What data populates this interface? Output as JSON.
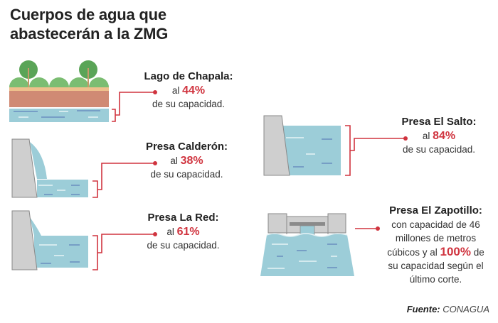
{
  "title": {
    "line1": "Cuerpos de agua que",
    "line2": "abastecerán a la ZMG"
  },
  "bodies": [
    {
      "name": "Lago de Chapala:",
      "prefix": "al",
      "percent": "44%",
      "suffix": "de su capacidad.",
      "fill_level": 0.44
    },
    {
      "name": "Presa Calderón:",
      "prefix": "al",
      "percent": "38%",
      "suffix": "de su capacidad.",
      "fill_level": 0.38
    },
    {
      "name": "Presa La Red:",
      "prefix": "al",
      "percent": "61%",
      "suffix": "de su capacidad.",
      "fill_level": 0.61
    },
    {
      "name": "Presa El Salto:",
      "prefix": "al",
      "percent": "84%",
      "suffix": "de su capacidad.",
      "fill_level": 0.84
    },
    {
      "name": "Presa El Zapotillo:",
      "line1": "con capacidad de 46",
      "line2": "millones de metros",
      "line3a": "cúbicos y al",
      "percent": "100%",
      "line3b": "de",
      "line4": "su capacidad según el",
      "line5": "último corte.",
      "fill_level": 1.0
    }
  ],
  "source": {
    "label": "Fuente:",
    "value": "CONAGUA"
  },
  "colors": {
    "accent": "#d0343f",
    "water": "#9ccdd8",
    "water_line_dark": "#6a8fbf",
    "water_line_light": "#e6f3f6",
    "dam": "#cfcfcf",
    "dam_outline": "#8a8a8a",
    "soil": "#d08a74",
    "sand": "#eec08c",
    "tree_light": "#7bbd72",
    "tree_dark": "#5aa457",
    "trunk": "#c79a6a"
  }
}
